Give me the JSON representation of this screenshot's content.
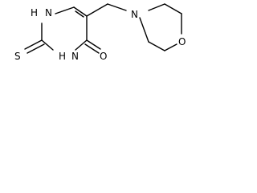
{
  "molecule": {
    "atom_labels": {
      "n1": "H",
      "n1_letter": "N",
      "n3": "H",
      "n3_letter": "N",
      "sulfur": "S",
      "oxygen_carbonyl": "O",
      "n_morpholine": "N",
      "o_morpholine": "O"
    }
  }
}
